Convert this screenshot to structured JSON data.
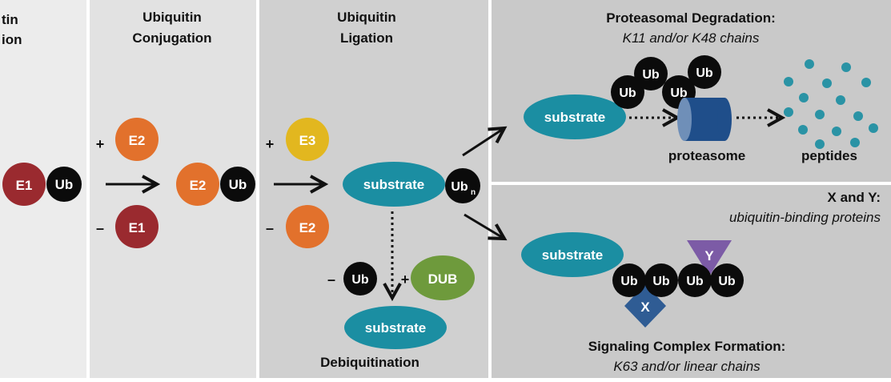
{
  "colors": {
    "panel_light": "#ececec",
    "panel_mid": "#e2e2e2",
    "panel_dark": "#d0d0d0",
    "panel_right": "#c9c9c9",
    "e1": "#9a2a2f",
    "e2": "#e2712c",
    "e3": "#e2b71f",
    "ub": "#0b0b0b",
    "substrate": "#1b8ea2",
    "dub": "#6e9a3c",
    "proteasome": "#1f4e8a",
    "y_protein": "#7c5ba6",
    "x_protein": "#2f5c94",
    "peptide": "#2a93a5"
  },
  "panels": {
    "activation": {
      "title_line1": "tin",
      "title_line2": "ion"
    },
    "conjugation": {
      "title_line1": "Ubiquitin",
      "title_line2": "Conjugation"
    },
    "ligation": {
      "title_line1": "Ubiquitin",
      "title_line2": "Ligation"
    },
    "degradation": {
      "title": "Proteasomal Degradation:",
      "subtitle": "K11 and/or K48 chains",
      "proteasome_label": "proteasome",
      "peptides_label": "peptides"
    },
    "signaling": {
      "xy_title": "X and Y:",
      "xy_subtitle": "ubiquitin-binding proteins",
      "title": "Signaling Complex Formation:",
      "subtitle": "K63 and/or linear chains"
    }
  },
  "labels": {
    "e1": "E1",
    "e2": "E2",
    "e3": "E3",
    "ub": "Ub",
    "ub_n": "Ub",
    "ub_n_sub": "n",
    "substrate": "substrate",
    "dub": "DUB",
    "x": "X",
    "y": "Y",
    "plus": "+",
    "minus": "–",
    "debiquitination": "Debiquitination"
  }
}
